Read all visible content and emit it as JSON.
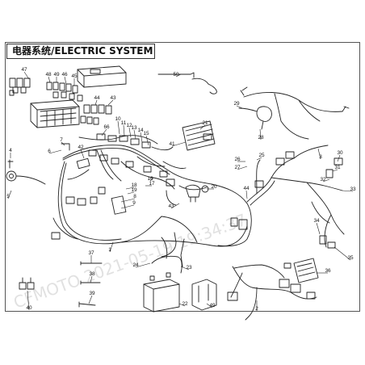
{
  "title": "电器系统/ELECTRIC SYSTEM",
  "watermark": "CFMOTO 2021-05-19 19:34:37",
  "callouts": [
    "1",
    "2",
    "3",
    "4",
    "5",
    "6",
    "7",
    "8",
    "9",
    "10",
    "11",
    "12",
    "13",
    "14",
    "15",
    "16",
    "17",
    "18",
    "19",
    "20",
    "21",
    "22",
    "23",
    "24",
    "25",
    "26",
    "27",
    "28",
    "29",
    "30",
    "31",
    "32",
    "33",
    "34",
    "35",
    "36",
    "37",
    "38",
    "39",
    "40",
    "41",
    "42",
    "43",
    "44",
    "45",
    "46",
    "47",
    "48",
    "49",
    "50",
    "66"
  ],
  "colors": {
    "line": "#222222",
    "watermark": "#c8c8c8",
    "frame": "#555555"
  }
}
